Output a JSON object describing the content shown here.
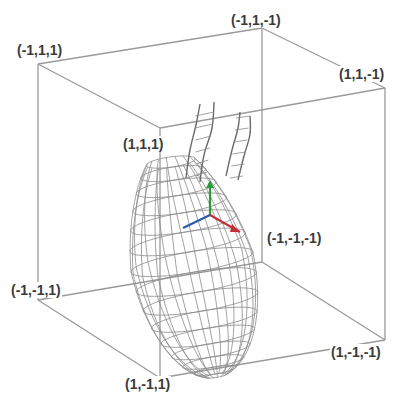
{
  "diagram": {
    "labels": [
      "(-1,1,-1)",
      "(-1,1,1)",
      "(1,1,-1)",
      "(1,1,1)",
      "(-1,-1,-1)",
      "(-1,-1,1)",
      "(1,-1,-1)",
      "(1,-1,1)"
    ]
  }
}
